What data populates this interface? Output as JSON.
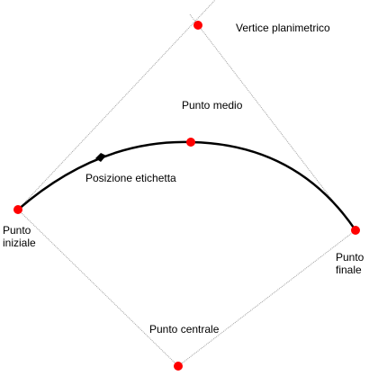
{
  "diagram": {
    "labels": {
      "vertex": "Vertice planimetrico",
      "midpoint": "Punto medio",
      "label_position": "Posizione etichetta",
      "start_point": "Punto\niniziale",
      "end_point": "Punto\nfinale",
      "center_point": "Punto centrale"
    },
    "colors": {
      "point": "#ff0000",
      "arc": "#000000",
      "guide": "#a0a0a0"
    }
  }
}
